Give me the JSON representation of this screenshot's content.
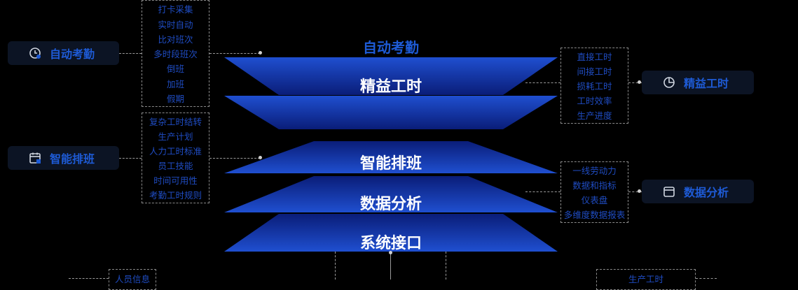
{
  "top_title": "自动考勤",
  "layers": [
    {
      "label": "精益工时"
    },
    {
      "label": "智能排班"
    },
    {
      "label": "数据分析"
    },
    {
      "label": "系统接口"
    }
  ],
  "left_pills": [
    {
      "label": "自动考勤",
      "icon": "clock-icon"
    },
    {
      "label": "智能排班",
      "icon": "calendar-icon"
    }
  ],
  "right_pills": [
    {
      "label": "精益工时",
      "icon": "pie-chart-icon"
    },
    {
      "label": "数据分析",
      "icon": "dashboard-icon"
    }
  ],
  "left_boxes": [
    {
      "items": [
        "打卡采集",
        "实时自动",
        "比对班次",
        "多时段班次",
        "倒班",
        "加班",
        "假期"
      ]
    },
    {
      "items": [
        "复杂工时结转",
        "生产计划",
        "人力工时标准",
        "员工技能",
        "时间可用性",
        "考勤工时规则"
      ]
    }
  ],
  "right_boxes": [
    {
      "items": [
        "直接工时",
        "间接工时",
        "损耗工时",
        "工时效率",
        "生产进度"
      ]
    },
    {
      "items": [
        "一线劳动力",
        "数据和指标",
        "仪表盘",
        "多维度数据报表"
      ]
    }
  ],
  "bottom_boxes": [
    {
      "label": "人员信息"
    },
    {
      "label": "生产工时"
    }
  ],
  "colors": {
    "background": "#000000",
    "accent_blue": "#1e5bd6",
    "layer_dark": "#0a1d78",
    "layer_light": "#1f4fd0",
    "box_text": "#1f4cc2",
    "pill_bg": "#0c1424"
  }
}
